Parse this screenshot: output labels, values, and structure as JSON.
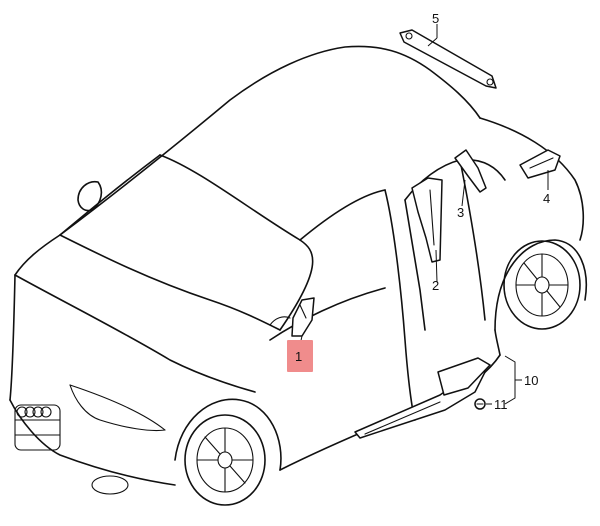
{
  "diagram": {
    "highlight_color": "#f08c8c",
    "callouts": {
      "c1": "1",
      "c2": "2",
      "c3": "3",
      "c4": "4",
      "c5": "5",
      "c10": "10",
      "c11": "11"
    }
  }
}
